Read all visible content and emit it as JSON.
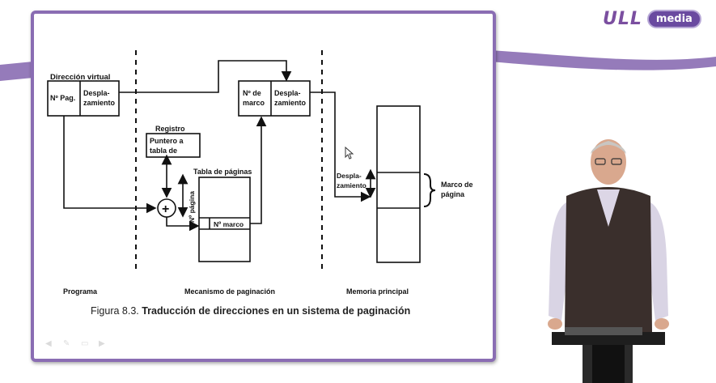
{
  "brand": {
    "name": "ULL",
    "pill": "media"
  },
  "diagram": {
    "direccion_virtual": "Dirección virtual",
    "n_pag": "Nº Pag.",
    "desplaz_1": "Despla-",
    "desplaz_2": "zamiento",
    "n_de": "Nº de",
    "marco": "marco",
    "registro": "Registro",
    "puntero_1": "Puntero a",
    "puntero_2": "tabla de",
    "tabla_paginas": "Tabla de páginas",
    "n_pagina": "Nº página",
    "n_marco": "Nº marco",
    "plus": "+",
    "marco_de_1": "Marco de",
    "marco_de_2": "página",
    "programa": "Programa",
    "mecanismo": "Mecanismo de paginación",
    "memoria": "Memoria principal"
  },
  "caption": {
    "prefix": "Figura 8.3. ",
    "title": "Traducción de direcciones en un sistema de paginación"
  },
  "controls": [
    "back-icon",
    "pen-icon",
    "menu-icon",
    "forward-icon"
  ]
}
